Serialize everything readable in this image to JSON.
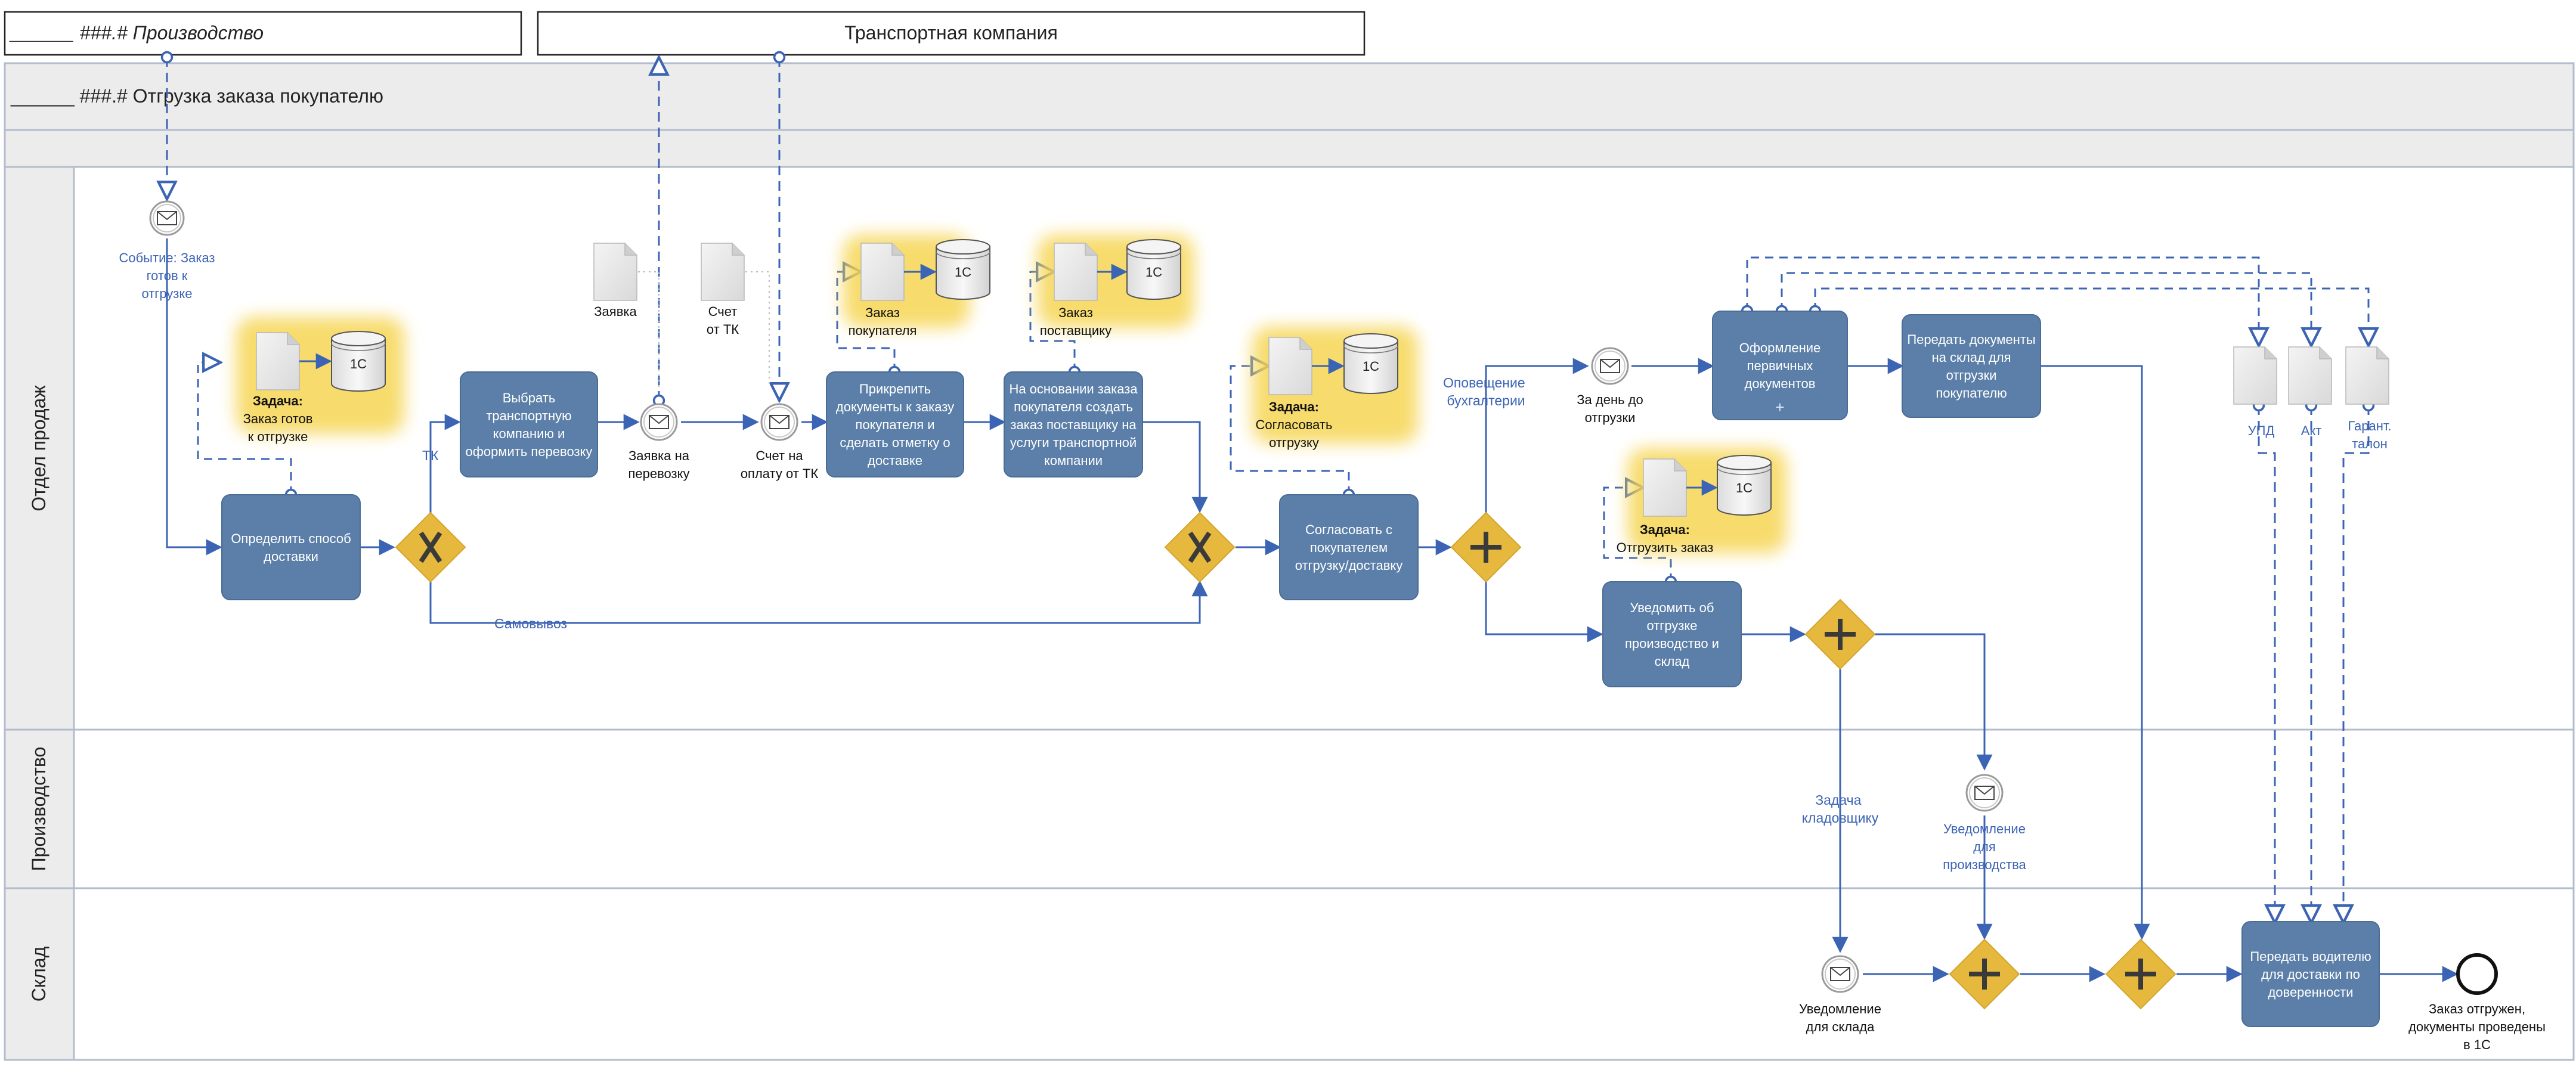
{
  "pools": {
    "production_pool": "______ ###.# Производство",
    "transport_pool": "Транспортная компания",
    "main_pool": "______ ###.# Отгрузка заказа покупателю"
  },
  "lanes": {
    "sales": "Отдел продаж",
    "production": "Производство",
    "warehouse": "Склад"
  },
  "tasks": {
    "determine": [
      "Определить способ",
      "доставки"
    ],
    "choose_tc": [
      "Выбрать",
      "транспортную",
      "компанию и",
      "оформить перевозку"
    ],
    "attach_docs": [
      "Прикрепить",
      "документы к заказу",
      "покупателя и",
      "сделать отметку о",
      "доставке"
    ],
    "supplier_order": [
      "На основании заказа",
      "покупателя создать",
      "заказ поставщику на",
      "услуги транспортной",
      "компании"
    ],
    "agree": [
      "Согласовать с",
      "покупателем",
      "отгрузку/доставку"
    ],
    "notify": [
      "Уведомить об",
      "отгрузке",
      "производство и",
      "склад"
    ],
    "primary_docs": [
      "Оформление",
      "первичных",
      "документов"
    ],
    "transfer_docs": [
      "Передать документы",
      "на склад для",
      "отгрузки",
      "покупателю"
    ],
    "driver": [
      "Передать водителю",
      "для доставки по",
      "доверенности"
    ]
  },
  "events": {
    "start": [
      "Событие: Заказ",
      "готов к",
      "отгрузке"
    ],
    "request": [
      "Заявка на",
      "перевозку"
    ],
    "invoice": [
      "Счет на",
      "оплату от ТК"
    ],
    "day_before": [
      "За день до",
      "отгрузки"
    ],
    "notify_prod": [
      "Уведомление",
      "для",
      "производства"
    ],
    "notify_wh": [
      "Уведомление",
      "для склада"
    ],
    "end": [
      "Заказ отгружен,",
      "документы проведены",
      "в 1С"
    ]
  },
  "flow_labels": {
    "tk": "ТК",
    "pickup": "Самовывоз",
    "accounting": [
      "Оповещение",
      "бухгалтерии"
    ],
    "storekeeper": [
      "Задача",
      "кладовщику"
    ]
  },
  "documents": {
    "task_ready": [
      "Задача:",
      "Заказ готов",
      "к отгрузке"
    ],
    "request": [
      "Заявка"
    ],
    "invoice": [
      "Счет",
      "от ТК"
    ],
    "customer_order": [
      "Заказ",
      "покупателя"
    ],
    "supplier_order": [
      "Заказ",
      "поставщику"
    ],
    "task_agree": [
      "Задача:",
      "Согласовать",
      "отгрузку"
    ],
    "task_ship": [
      "Задача:",
      "Отгрузить заказ"
    ],
    "upd": [
      "УПД"
    ],
    "act": [
      "Акт"
    ],
    "warranty": [
      "Гарант.",
      "талон"
    ]
  },
  "database_label": "1С",
  "colors": {
    "task_fill": "#5b7fa8",
    "gateway_fill": "#e6b83e",
    "flow": "#3c64b4",
    "lane_header": "#ececec",
    "highlight": "#f6d552"
  }
}
